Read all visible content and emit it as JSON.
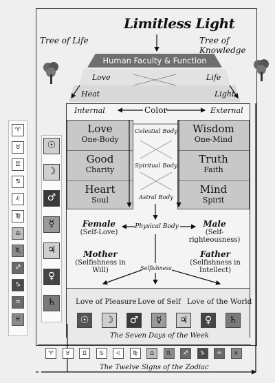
{
  "title": "Limitless Light",
  "tree_of_life": "Tree of Life",
  "tree_of_knowledge": "Tree of Knowledge",
  "banner": "Human Faculty & Function",
  "row1": {
    "left": "Love",
    "right": "Life"
  },
  "row2": {
    "left": "Heat",
    "right": "Light"
  },
  "color_row": {
    "left": "Internal",
    "center": "Color",
    "right": "External"
  },
  "left_column": [
    {
      "big": "Love",
      "small": "One-Body"
    },
    {
      "big": "Good",
      "small": "Charity"
    },
    {
      "big": "Heart",
      "small": "Soul"
    }
  ],
  "right_column": [
    {
      "big": "Wisdom",
      "small": "One-Mind"
    },
    {
      "big": "Truth",
      "small": "Faith"
    },
    {
      "big": "Mind",
      "small": "Spirit"
    }
  ],
  "middle_labels": {
    "celestial": "Celestial Body",
    "spiritual": "Spiritual Body",
    "astral": "Astral Body",
    "physical": "Physical Body",
    "selfishness": "Selfishness"
  },
  "female": {
    "title": "Female",
    "sub": "(Self-Love)"
  },
  "male": {
    "title": "Male",
    "sub": "(Self-righteousness)"
  },
  "mother": {
    "title": "Mother",
    "sub1": "(Selfishness in",
    "sub2": "Will)"
  },
  "father": {
    "title": "Father",
    "sub1": "(Selfishness in",
    "sub2": "Intellect)"
  },
  "loves": [
    "Love of Pleasure",
    "Love of Self",
    "Love of the World"
  ],
  "seven_days_label": "The Seven Days of the Week",
  "zodiac_label": "The Twelve Signs of the Zodiac",
  "planets": [
    "☉",
    "☽",
    "♂",
    "☿",
    "♃",
    "♀",
    "♄"
  ],
  "planet_bg": [
    "#555555",
    "#cfcfcf",
    "#3a3a3a",
    "#9a9a9a",
    "#cfcfcf",
    "#444444",
    "#7a7a7a"
  ],
  "side_planets_bg": [
    "#cfcfcf",
    "#cfcfcf",
    "#3a3a3a",
    "#9a9a9a",
    "#cfcfcf",
    "#444444",
    "#7a7a7a"
  ],
  "zodiac": [
    "♈",
    "♉",
    "♊",
    "♋",
    "♌",
    "♍",
    "♎",
    "♏",
    "♐",
    "♑",
    "♒",
    "♓"
  ],
  "zodiac_bg": [
    "#ffffff",
    "#ffffff",
    "#ffffff",
    "#ffffff",
    "#ffffff",
    "#ffffff",
    "#bdbdbd",
    "#8a8a8a",
    "#6a6a6a",
    "#4a4a4a",
    "#6a6a6a",
    "#8a8a8a"
  ]
}
